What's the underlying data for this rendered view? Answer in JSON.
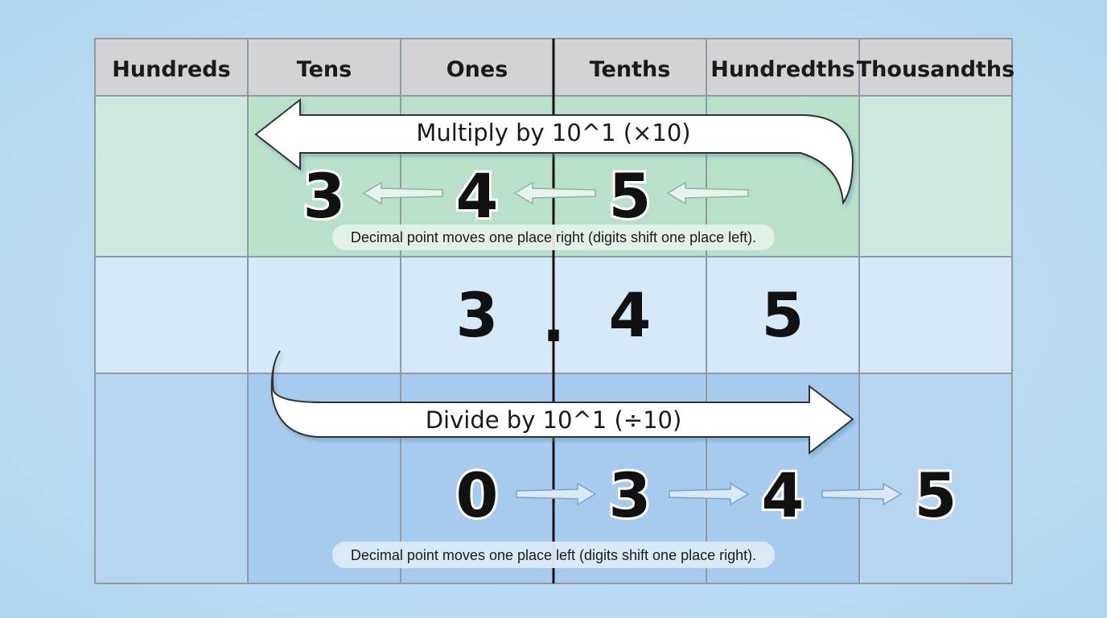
{
  "headers": [
    "Hundreds",
    "Tens",
    "Ones",
    "Tenths",
    "Hundredths",
    "Thousandths"
  ],
  "multiply": {
    "label": "Multiply by 10^1 (×10)",
    "digits": [
      "3",
      "4",
      "5"
    ],
    "note": "Decimal point moves one place right (digits shift one place left)."
  },
  "original": {
    "digits": [
      "3",
      "4",
      "5"
    ],
    "point": "."
  },
  "divide": {
    "label": "Divide by 10^1 (÷10)",
    "digits": [
      "0",
      "3",
      "4",
      "5"
    ],
    "note": "Decimal point moves one place left (digits shift one place right)."
  },
  "colors": {
    "header_fill": "#d3d3d5",
    "multiply_fill": "#cde9de",
    "multiply_highlight": "#b9e0c8",
    "original_fill": "#d6e9f8",
    "divide_fill": "#b6d5f1",
    "divide_highlight": "#a6cbee",
    "grid": "#8f9aa5",
    "decimal_line": "#111111"
  }
}
